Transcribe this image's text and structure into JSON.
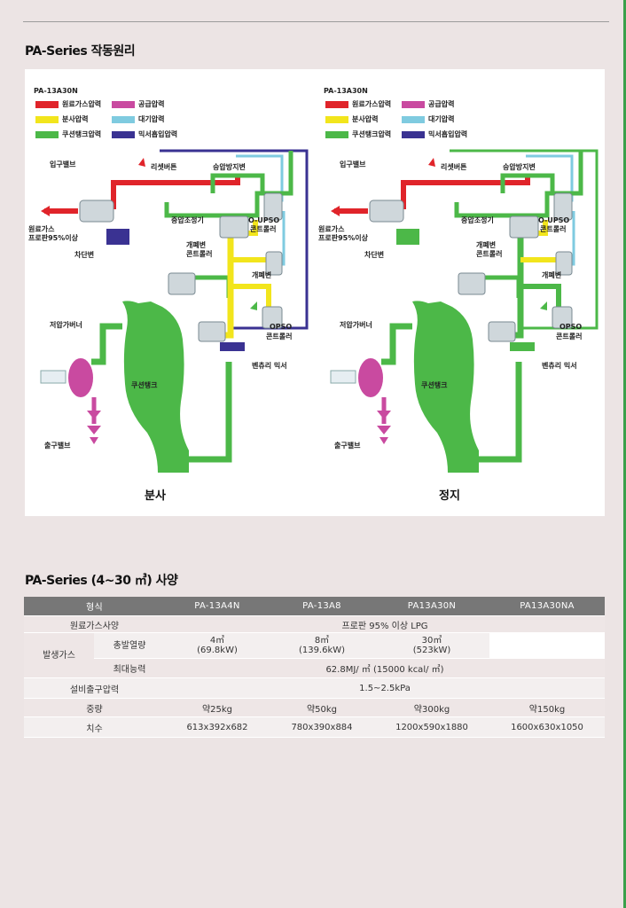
{
  "section1_title": "PA-Series 작동원리",
  "section2_title": "PA-Series (4~30 ㎥) 사양",
  "diagrams": [
    {
      "model": "PA-13A30N",
      "mode": "분사",
      "legend": [
        "원료가스압력",
        "공급압력",
        "분사압력",
        "대기압력",
        "쿠션탱크압력",
        "믹서흡입압력"
      ],
      "labels": {
        "inlet_valve": "입구밸브",
        "raw_gas": "원료가스",
        "propane": "프로판95%이상",
        "shutoff": "차단변",
        "reset_btn": "리셋버튼",
        "pressure_prevent": "승압방지변",
        "mid_regulator": "중압조정기",
        "oupso_1": "O-UPSO",
        "oupso_2": "콘트롤러",
        "open_close_valve": "개폐변",
        "open_close_ctrl": "콘트롤러",
        "open_close_valve2": "개폐변",
        "opso_1": "OPSO",
        "opso_2": "콘트롤러",
        "low_governor": "저압가버너",
        "venturi": "벤츄리 믹서",
        "cushion_tank": "쿠션탱크",
        "outlet_valve": "출구밸브"
      }
    },
    {
      "model": "PA-13A30N",
      "mode": "정지",
      "legend": [
        "원료가스압력",
        "공급압력",
        "분사압력",
        "대기압력",
        "쿠션탱크압력",
        "믹서흡입압력"
      ],
      "labels": {
        "inlet_valve": "입구밸브",
        "raw_gas": "원료가스",
        "propane": "프로판95%이상",
        "shutoff": "차단변",
        "reset_btn": "리셋버튼",
        "pressure_prevent": "승압방지변",
        "mid_regulator": "중압조정기",
        "oupso_1": "O-UPSO",
        "oupso_2": "콘트롤러",
        "open_close_valve": "개폐변",
        "open_close_ctrl": "콘트롤러",
        "open_close_valve2": "개폐변",
        "opso_1": "OPSO",
        "opso_2": "콘트롤러",
        "low_governor": "저압가버너",
        "venturi": "벤츄리 믹서",
        "cushion_tank": "쿠션탱크",
        "outlet_valve": "출구밸브"
      }
    }
  ],
  "colors": {
    "raw_gas": "#e0242a",
    "supply": "#c94aa0",
    "spray": "#f2e51c",
    "atmos": "#7fcbe0",
    "cushion": "#4cb848",
    "mixer": "#3a3292"
  },
  "table": {
    "headers": [
      "형식",
      "PA-13A4N",
      "PA-13A8",
      "PA13A30N",
      "PA13A30NA"
    ],
    "raw_gas_spec": {
      "label": "원료가스사양",
      "value": "프로판 95% 이상 LPG"
    },
    "gen_gas_label": "발생가스",
    "total_heat": {
      "label": "총발열량",
      "values": [
        [
          "4㎥",
          "(69.8kW)"
        ],
        [
          "8㎥",
          "(139.6kW)"
        ],
        [
          "30㎥",
          "(523kW)"
        ],
        [
          "",
          ""
        ]
      ]
    },
    "max_capacity": {
      "label": "최대능력",
      "value": "62.8MJ/ ㎥ (15000 kcal/ ㎥)"
    },
    "outlet_pressure": {
      "label": "설비출구압력",
      "value": "1.5~2.5kPa"
    },
    "weight": {
      "label": "중량",
      "values": [
        "약25kg",
        "약50kg",
        "약300kg",
        "약150kg"
      ]
    },
    "dimensions": {
      "label": "치수",
      "values": [
        "613x392x682",
        "780x390x884",
        "1200x590x1880",
        "1600x630x1050"
      ]
    }
  }
}
